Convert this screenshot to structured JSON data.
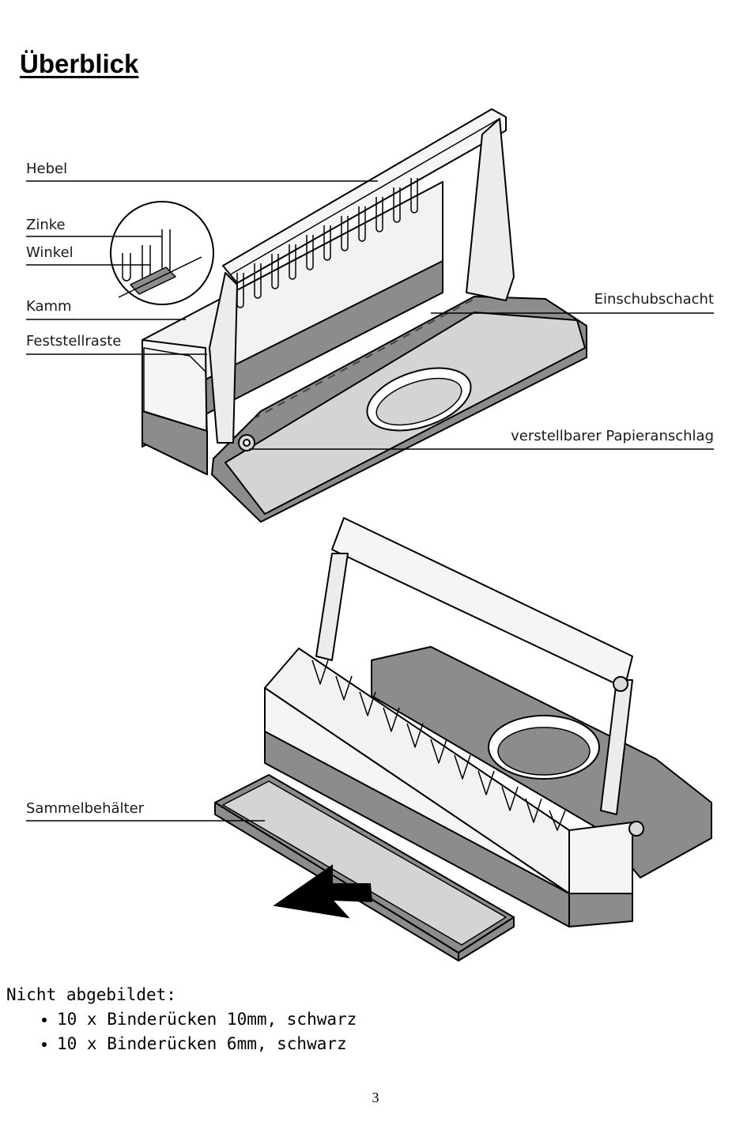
{
  "page": {
    "title": "Überblick",
    "page_number": "3"
  },
  "figure_top": {
    "labels": {
      "hebel": "Hebel",
      "zinke": "Zinke",
      "winkel": "Winkel",
      "kamm": "Kamm",
      "feststellraste": "Feststellraste",
      "einschubschacht": "Einschubschacht",
      "papieranschlag": "verstellbarer Papieranschlag"
    }
  },
  "figure_bottom": {
    "labels": {
      "sammelbehaelter": "Sammelbehälter"
    }
  },
  "notes": {
    "heading": "Nicht abgebildet:",
    "items": [
      "10 x Binderücken 10mm, schwarz",
      "10 x Binderücken 6mm, schwarz"
    ]
  },
  "colors": {
    "ink": "#000000",
    "machine_gray": "#8c8c8c",
    "machine_light": "#f2f2f2",
    "machine_mid": "#d9d9d9"
  },
  "icons": {
    "pull_arrow": "arrow-left-icon"
  }
}
